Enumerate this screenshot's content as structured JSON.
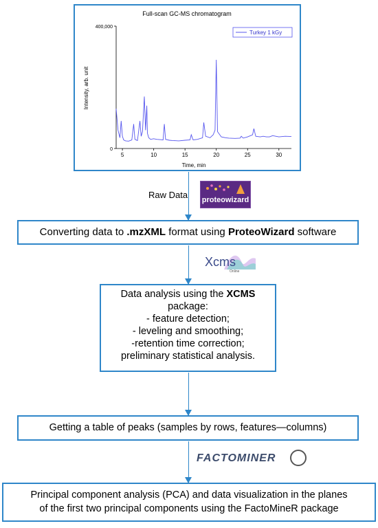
{
  "chart_panel": {
    "title": "Full-scan GC-MS chromatogram",
    "chart_data": {
      "type": "line",
      "title": "Full-scan GC-MS chromatogram",
      "xlabel": "Time, min",
      "ylabel": "Intensity, arb. unit",
      "xlim": [
        4,
        32
      ],
      "ylim": [
        0,
        400000
      ],
      "x_ticks": [
        "5",
        "10",
        "15",
        "20",
        "25",
        "30"
      ],
      "y_ticks": [
        "0",
        "400,000"
      ],
      "legend": "top-right",
      "series": [
        {
          "name": "Turkey 1 kGy",
          "color": "#5555ee",
          "x": [
            4.0,
            4.3,
            4.6,
            4.8,
            5.0,
            5.2,
            5.5,
            6.0,
            6.5,
            6.8,
            7.0,
            7.4,
            7.8,
            8.0,
            8.2,
            8.5,
            8.7,
            8.9,
            9.0,
            9.2,
            9.5,
            10.0,
            10.5,
            11.0,
            11.5,
            11.7,
            11.9,
            12.5,
            13.0,
            14.0,
            15.0,
            15.8,
            16.0,
            16.3,
            17.0,
            17.8,
            18.0,
            18.3,
            19.0,
            19.5,
            19.8,
            20.0,
            20.2,
            20.8,
            21.5,
            22.0,
            23.0,
            23.8,
            24.0,
            24.3,
            25.0,
            25.8,
            26.0,
            26.3,
            27.0,
            27.5,
            28.0,
            28.5,
            29.0,
            29.5,
            30.0,
            31.0,
            32.0
          ],
          "values": [
            130000,
            60000,
            35000,
            90000,
            40000,
            28000,
            25000,
            24000,
            28000,
            80000,
            30000,
            26000,
            90000,
            40000,
            55000,
            170000,
            60000,
            140000,
            50000,
            35000,
            30000,
            32000,
            30000,
            29000,
            28000,
            80000,
            30000,
            27000,
            26000,
            25000,
            27000,
            28000,
            45000,
            28000,
            30000,
            35000,
            85000,
            40000,
            35000,
            45000,
            60000,
            290000,
            55000,
            38000,
            35000,
            34000,
            33000,
            34000,
            40000,
            34000,
            38000,
            45000,
            65000,
            40000,
            38000,
            40000,
            38000,
            38000,
            42000,
            40000,
            38000,
            40000,
            39000
          ]
        }
      ]
    }
  },
  "raw_data_label": "Raw Data",
  "proteowizard_logo_text": "proteowizard",
  "step1": {
    "pre": "Converting data to ",
    "bold1": ".mzXML",
    "mid": " format using ",
    "bold2": "ProteoWizard",
    "post": " software"
  },
  "xcms_logo": {
    "main": "Xcms",
    "sub": "Online"
  },
  "step2": {
    "line1_pre": "Data analysis using the ",
    "line1_bold": "XCMS",
    "line2": "package:",
    "line3": "- feature detection;",
    "line4": "- leveling and smoothing;",
    "line5": "-retention time correction;",
    "line6": "preliminary statistical analysis."
  },
  "step3": {
    "text": "Getting a table of peaks (samples by rows, features—columns)"
  },
  "factominer_logo_text": "FACTOMINER",
  "step4": {
    "line1": "Principal component analysis (PCA) and data visualization in the planes",
    "line2": "of the first two principal components using the FactoMineR package"
  },
  "colors": {
    "box_border": "#2e86c9",
    "arrow": "#2e86c9",
    "series": "#5555ee"
  }
}
